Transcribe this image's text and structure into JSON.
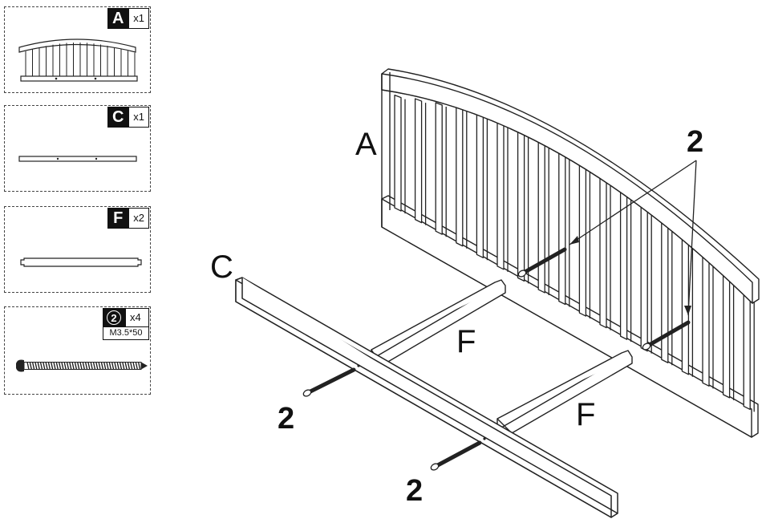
{
  "parts": [
    {
      "letter": "A",
      "qty": "x1"
    },
    {
      "letter": "C",
      "qty": "x1"
    },
    {
      "letter": "F",
      "qty": "x2"
    }
  ],
  "screw": {
    "number": "2",
    "qty": "x4",
    "spec": "M3.5*50"
  },
  "labels": {
    "headboard": "A",
    "rail_c": "C",
    "slat_f_upper": "F",
    "slat_f_lower": "F",
    "screw_callout_top": "2",
    "screw_callout_left": "2",
    "screw_callout_bottom": "2"
  }
}
